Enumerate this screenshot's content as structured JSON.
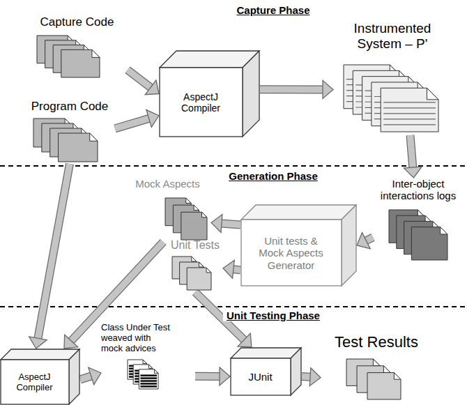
{
  "diagram": {
    "nodes": [
      {
        "text": [
          "Capture Code"
        ]
      },
      {
        "text": [
          "Program Code"
        ]
      },
      {
        "text": [
          "AspectJ Compiler"
        ]
      },
      {
        "text": [
          "Instrumented System – P'"
        ]
      },
      {
        "text": [
          "Inter-object interactions logs"
        ]
      },
      {
        "text": [
          "Unit tests & Mock Aspects Generator"
        ]
      },
      {
        "text": [
          "Mock Aspects"
        ]
      },
      {
        "text": [
          "Unit Tests"
        ]
      },
      {
        "text": [
          "AspectJ Compiler"
        ]
      },
      {
        "text": [
          "Class Under Test weaved with mock advices"
        ]
      },
      {
        "text": [
          "JUnit"
        ]
      },
      {
        "text": [
          "Test Results"
        ]
      }
    ],
    "edges": [
      {
        "from": 0,
        "to": 2,
        "arrow": "to"
      },
      {
        "from": 1,
        "to": 2,
        "arrow": "to"
      },
      {
        "from": 2,
        "to": 3,
        "arrow": "to"
      },
      {
        "from": 3,
        "to": 4,
        "arrow": "to"
      },
      {
        "from": 4,
        "to": 5,
        "arrow": "to"
      },
      {
        "from": 5,
        "to": 6,
        "arrow": "to"
      },
      {
        "from": 5,
        "to": 7,
        "arrow": "to"
      },
      {
        "from": 1,
        "to": 8,
        "arrow": "to"
      },
      {
        "from": 6,
        "to": 8,
        "arrow": "to"
      },
      {
        "from": 7,
        "to": 10,
        "arrow": "to"
      },
      {
        "from": 8,
        "to": 9,
        "arrow": "to"
      },
      {
        "from": 9,
        "to": 10,
        "arrow": "to"
      },
      {
        "from": 10,
        "to": 11,
        "arrow": "to"
      }
    ],
    "labels": [
      "Capture Phase",
      "Generation Phase",
      "Unit Testing Phase"
    ]
  }
}
